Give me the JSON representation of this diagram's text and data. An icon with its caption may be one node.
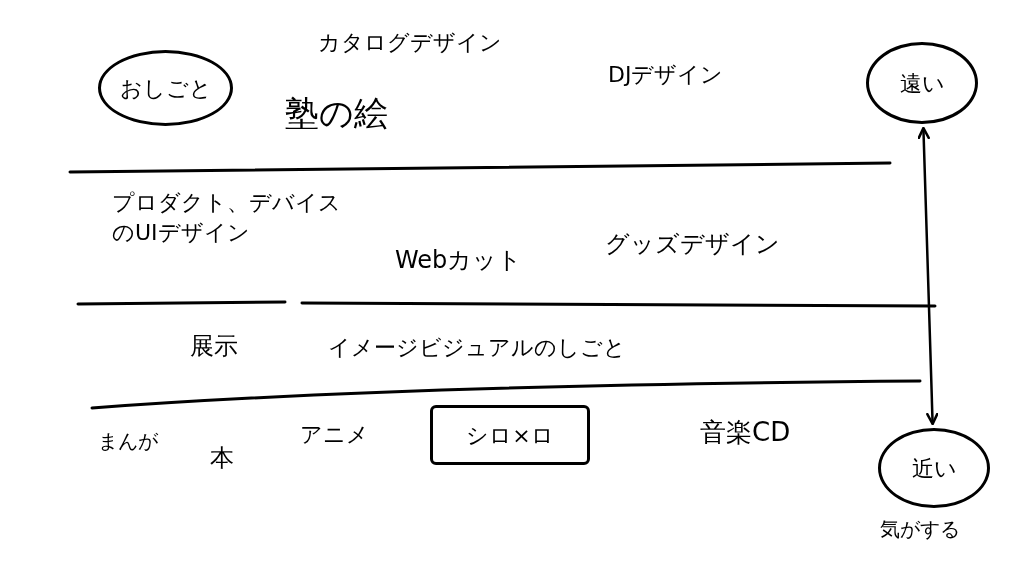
{
  "diagram": {
    "nodes": [
      {
        "text": [
          "おしごと"
        ]
      },
      {
        "text": [
          "遠い"
        ]
      },
      {
        "text": [
          "シロ×ロ"
        ]
      },
      {
        "text": [
          "近い"
        ],
        "beside": [
          "気がする"
        ]
      }
    ],
    "edges": [
      {
        "from": 1,
        "to": 3,
        "arrow": "both"
      }
    ],
    "labels": [
      "カタログデザイン",
      "DJデザイン",
      "塾の絵",
      "プロダクト、デバイスのUIデザイン",
      "Webカット",
      "グッズデザイン",
      "展示",
      "イメージビジュアルのしごと",
      "まんが",
      "本",
      "アニメ",
      "音楽CD"
    ]
  }
}
